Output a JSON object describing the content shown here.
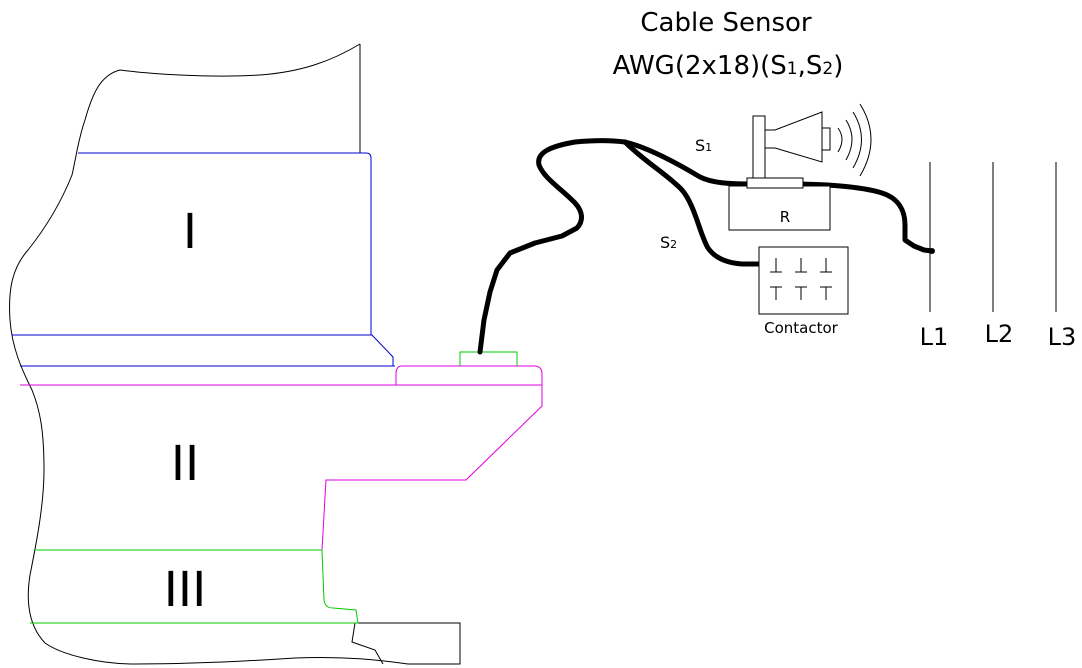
{
  "title": {
    "line1": "Cable Sensor",
    "line2_prefix": "AWG(2x18)(S",
    "line2_sub1": "1",
    "line2_mid": ",S",
    "line2_sub2": "2",
    "line2_suffix": ")"
  },
  "regions": {
    "zone1": "I",
    "zone2": "II",
    "zone3": "III"
  },
  "components": {
    "relay_label": "R",
    "contactor_label": "Contactor",
    "wire_s1": {
      "letter": "S",
      "sub": "1"
    },
    "wire_s2": {
      "letter": "S",
      "sub": "2"
    }
  },
  "lines": [
    "L1",
    "L2",
    "L3"
  ],
  "colors": {
    "zone1_outline": "#0000cc",
    "zone2_outline": "#e000e0",
    "zone3_outline": "#00cc00",
    "cable": "#000000",
    "outline": "#000000"
  },
  "icons": {
    "alarm": "siren-horn-icon",
    "relay": "relay-box-icon",
    "contactor": "contactor-icon"
  }
}
